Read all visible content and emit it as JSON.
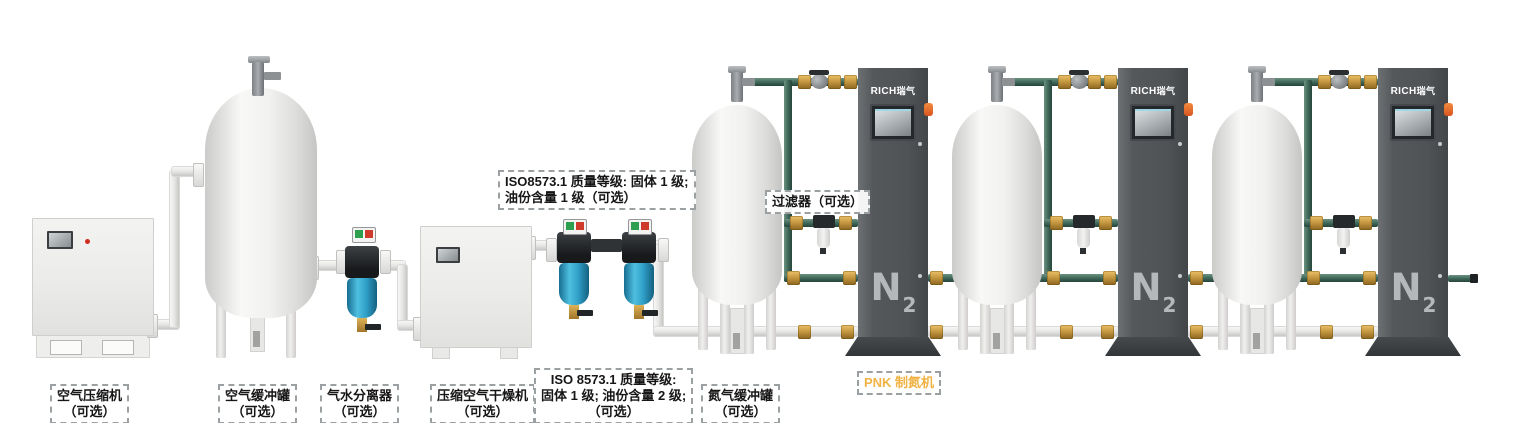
{
  "colors": {
    "pipe-green": "#3d6557",
    "brass": "#c2953f",
    "cabinet": "#55585b",
    "cabinet-dark": "#34373a",
    "n2-text": "#b5b8ba",
    "blue-filter": "#2f9ec6",
    "accent-orange": "#f0b243",
    "led-red": "#cf2b20",
    "label-border": "#9ba0a3"
  },
  "labels": {
    "compressor": {
      "name": "空气压缩机",
      "note": "（可选）"
    },
    "air_tank": {
      "name": "空气缓冲罐",
      "note": "（可选）"
    },
    "separator": {
      "name": "气水分离器",
      "note": "（可选）"
    },
    "dryer": {
      "name": "压缩空气干燥机",
      "note": "（可选）"
    },
    "iso_top": {
      "line1": "ISO8573.1 质量等级: 固体 1 级;",
      "line2": "油份含量 1 级（可选）"
    },
    "iso_bottom": {
      "line1": "ISO 8573.1 质量等级:",
      "line2": "固体 1 级;  油份含量 2 级;",
      "line3": "（可选）"
    },
    "n2_tank": {
      "name": "氮气缓冲罐",
      "note": "（可选）"
    },
    "inline_filter": {
      "name": "过滤器（可选）"
    },
    "pnk": {
      "name": "PNK 制氮机"
    }
  },
  "generator": {
    "brand_en": "RICH",
    "brand_cn": "瑞气",
    "gas": "N",
    "gas_sub": "2"
  }
}
